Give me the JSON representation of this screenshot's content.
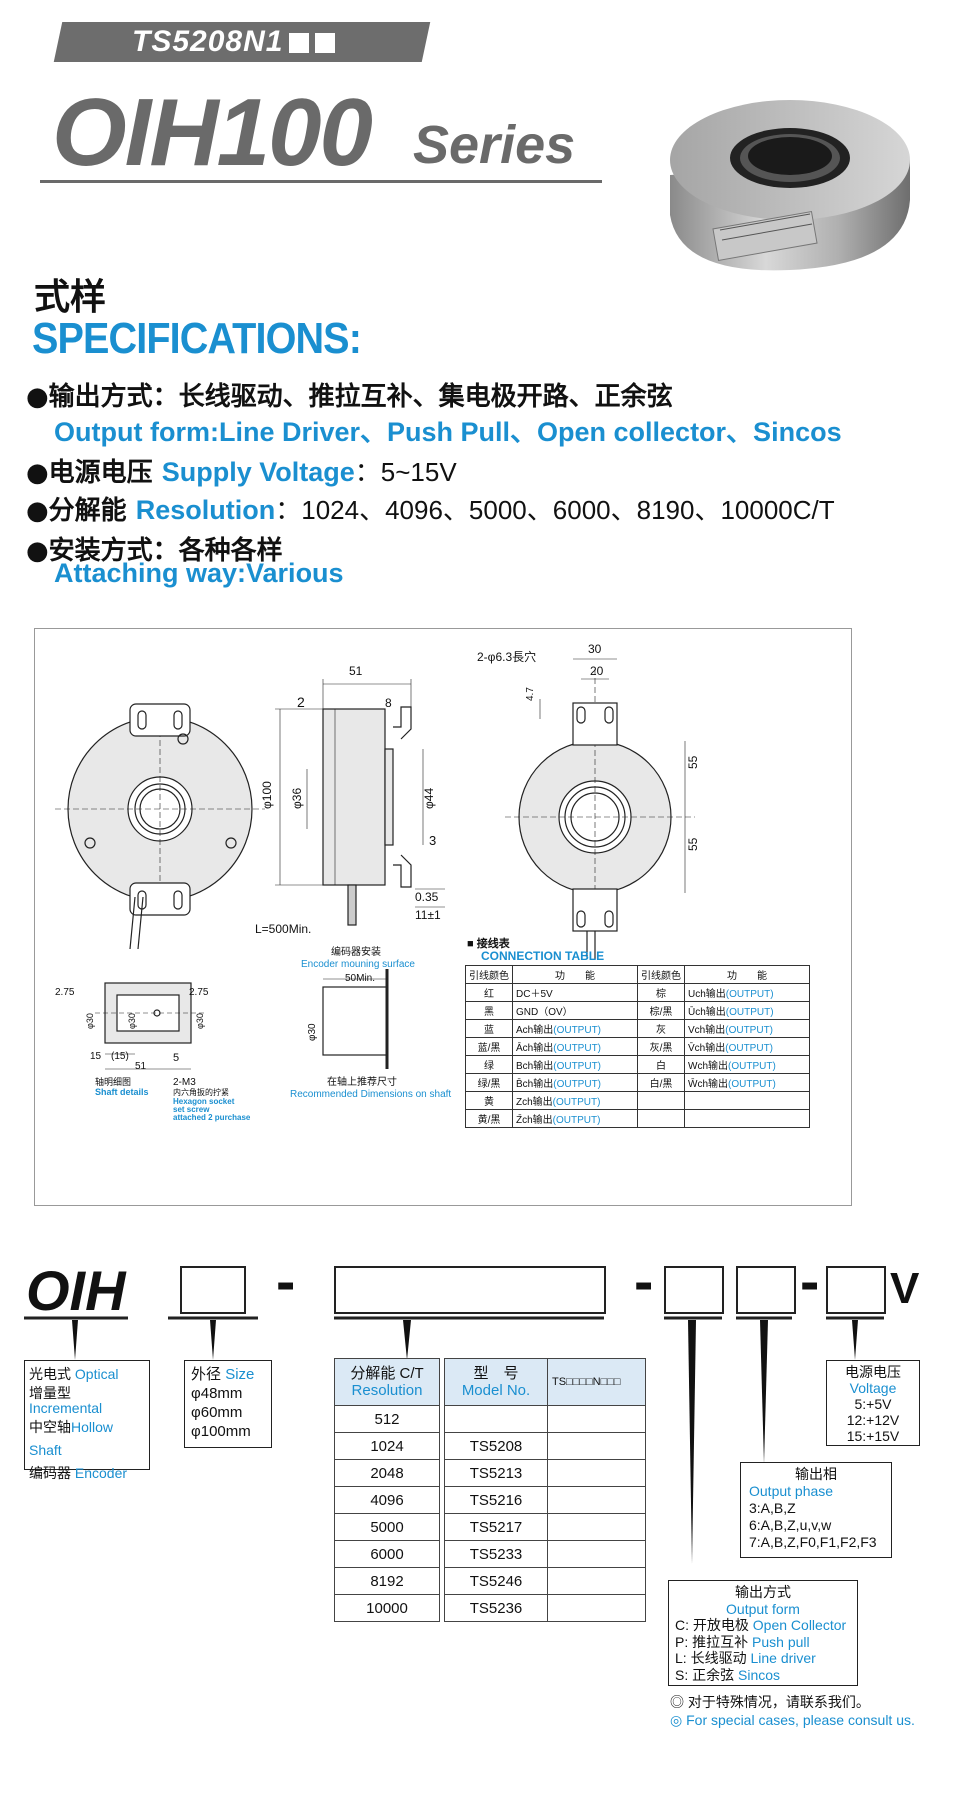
{
  "header": {
    "model_tag": "TS5208N1",
    "title": "OIH100",
    "series": "Series"
  },
  "specs": {
    "cn_heading": "式样",
    "heading": "SPECIFICATIONS:",
    "output_cn": "●输出方式：长线驱动、推拉互补、集电极开路、正余弦",
    "output_en": "Output form:Line Driver、Push Pull、Open collector、Sincos",
    "supply_cn": "●电源电压",
    "supply_en": "Supply Voltage",
    "supply_val": "：5~15V",
    "res_cn": "●分解能",
    "res_en": "Resolution",
    "res_val": "：1024、4096、5000、6000、8190、10000C/T",
    "attach_cn": "●安装方式：各种各样",
    "attach_en": "Attaching way:Various"
  },
  "drawing": {
    "dim_51": "51",
    "dim_2": "2",
    "dim_8": "8",
    "dim_100": "φ100",
    "dim_36": "φ36",
    "dim_44": "φ44",
    "dim_3": "3",
    "dim_035": "0.35",
    "dim_11": "11±1",
    "cable": "L=500Min.",
    "slot": "2-φ6.3長穴",
    "dim_30": "30",
    "dim_20": "20",
    "dim_47": "4.7",
    "dim_55a": "55",
    "dim_55b": "55",
    "shaft_275a": "2.75",
    "shaft_275b": "2.75",
    "shaft_30a": "φ30",
    "shaft_30b": "φ30",
    "shaft_30c": "φ30",
    "shaft_15a": "15",
    "shaft_15b": "(15)",
    "shaft_51": "51",
    "shaft_5": "5",
    "shaft_cn": "轴明细图",
    "shaft_en": "Shaft details",
    "m3": "2-M3",
    "m3_cn": "内六角扳的拧紧",
    "m3_en1": "Hexagon socket",
    "m3_en2": "set screw",
    "m3_en3": "attached 2 purchase",
    "mount_cn": "编码器安装",
    "mount_en": "Encoder mouning surface",
    "mount_50": "50Min.",
    "mount_30": "φ30",
    "rec_cn": "在轴上推荐尺寸",
    "rec_en": "Recommended Dimensions on shaft"
  },
  "connection": {
    "title_cn": "■ 接线表",
    "title_en": "CONNECTION TABLE",
    "headers": [
      "引线颜色",
      "功　　能",
      "引线颜色",
      "功　　能"
    ],
    "rows": [
      [
        "红",
        "DC＋5V",
        "",
        "棕",
        "Uch输出",
        "(OUTPUT)"
      ],
      [
        "黑",
        "GND（OV）",
        "",
        "棕/黑",
        "Ūch输出",
        "(OUTPUT)"
      ],
      [
        "蓝",
        "Ach输出",
        "(OUTPUT)",
        "灰",
        "Vch输出",
        "(OUTPUT)"
      ],
      [
        "蓝/黑",
        "Āch输出",
        "(OUTPUT)",
        "灰/黑",
        "V̄ch输出",
        "(OUTPUT)"
      ],
      [
        "绿",
        "Bch输出",
        "(OUTPUT)",
        "白",
        "Wch输出",
        "(OUTPUT)"
      ],
      [
        "绿/黑",
        "B̄ch输出",
        "(OUTPUT)",
        "白/黑",
        "W̄ch输出",
        "(OUTPUT)"
      ],
      [
        "黄",
        "Zch输出",
        "(OUTPUT)",
        "",
        "",
        ""
      ],
      [
        "黄/黑",
        "Z̄ch输出",
        "(OUTPUT)",
        "",
        "",
        ""
      ]
    ]
  },
  "ordering": {
    "prefix": "OIH",
    "dash": "-",
    "suffix": "V",
    "type_box": {
      "l1_cn": "光电式",
      "l1_en": "Optical",
      "l2_cn": "增量型",
      "l2_en": "Incremental",
      "l3_cn": "中空轴",
      "l3_en": "Hollow Shaft",
      "l4_cn": "编码器",
      "l4_en": "Encoder"
    },
    "size_box": {
      "cn": "外径",
      "en": "Size",
      "items": [
        "φ48mm",
        "φ60mm",
        "φ100mm"
      ]
    },
    "resolution": {
      "cn": "分解能 C/T",
      "en": "Resolution",
      "values": [
        "512",
        "1024",
        "2048",
        "4096",
        "5000",
        "6000",
        "8192",
        "10000"
      ]
    },
    "model": {
      "cn": "型　号",
      "en": "Model No.",
      "pattern": "TS□□□□N□□□",
      "values": [
        "",
        "TS5208",
        "TS5213",
        "TS5216",
        "TS5217",
        "TS5233",
        "TS5246",
        "TS5236"
      ]
    },
    "voltage": {
      "cn": "电源电压",
      "en": "Voltage",
      "items": [
        "5:+5V",
        "12:+12V",
        "15:+15V"
      ]
    },
    "phase": {
      "cn": "输出相",
      "en": "Output phase",
      "items": [
        "3:A,B,Z",
        "6:A,B,Z,u,v,w",
        "7:A,B,Z,F0,F1,F2,F3"
      ]
    },
    "output_form": {
      "cn": "输出方式",
      "en": "Output form",
      "items": [
        {
          "code": "C: 开放电极",
          "en": "Open Collector"
        },
        {
          "code": "P: 推拉互补",
          "en": "Push pull"
        },
        {
          "code": "L: 长线驱动",
          "en": "Line driver"
        },
        {
          "code": "S: 正余弦",
          "en": "Sincos"
        }
      ]
    },
    "note_cn": "◎ 对于特殊情况，请联系我们。",
    "note_en": "◎ For special cases, please consult us."
  }
}
